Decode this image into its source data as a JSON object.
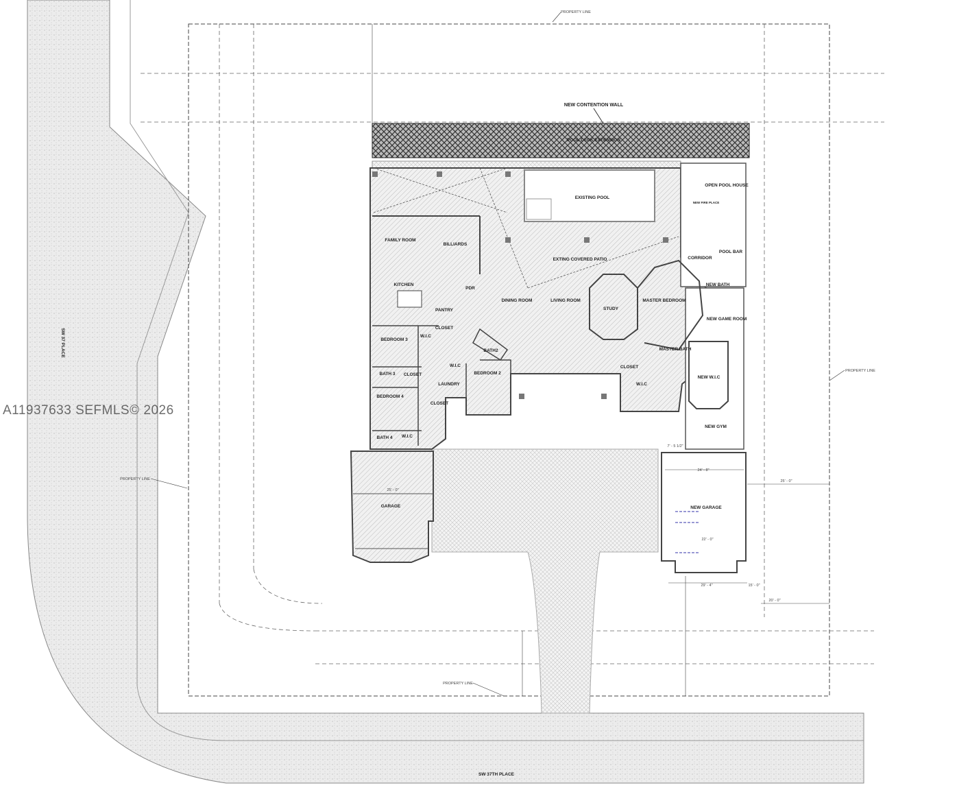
{
  "streets": {
    "vertical": "SW 37 PLACE",
    "horizontal": "SW 37TH PLACE"
  },
  "property_line_label": "PROPERTY LINE",
  "features": {
    "contention_wall": "NEW CONTENTION WALL",
    "pool_deck": "POOL DECK EXTENSION",
    "pool": "EXISTING POOL",
    "patio": "EXTING COVERED PATIO",
    "fireplace": "NEW FIRE PLACE"
  },
  "rooms": [
    {
      "name": "FAMILY ROOM"
    },
    {
      "name": "BILLIARDS"
    },
    {
      "name": "KITCHEN"
    },
    {
      "name": "PDR"
    },
    {
      "name": "DINING ROOM"
    },
    {
      "name": "LIVING ROOM"
    },
    {
      "name": "STUDY"
    },
    {
      "name": "MASTER BEDROOM"
    },
    {
      "name": "OPEN POOL HOUSE"
    },
    {
      "name": "POOL BAR"
    },
    {
      "name": "CORRIDOR"
    },
    {
      "name": "NEW BATH"
    },
    {
      "name": "NEW GAME ROOM"
    },
    {
      "name": "PANTRY"
    },
    {
      "name": "W.I.C"
    },
    {
      "name": "CLOSET"
    },
    {
      "name": "BEDROOM 3"
    },
    {
      "name": "BATH2"
    },
    {
      "name": "MASTER BATH"
    },
    {
      "name": "BATH 3"
    },
    {
      "name": "CLOSET"
    },
    {
      "name": "W.I.C"
    },
    {
      "name": "BEDROOM 2"
    },
    {
      "name": "LAUNDRY"
    },
    {
      "name": "CLOSET"
    },
    {
      "name": "W.I.C"
    },
    {
      "name": "NEW W.I.C"
    },
    {
      "name": "BEDROOM 4"
    },
    {
      "name": "CLOSET"
    },
    {
      "name": "NEW GYM"
    },
    {
      "name": "BATH 4"
    },
    {
      "name": "W.I.C"
    },
    {
      "name": "GARAGE"
    },
    {
      "name": "NEW GARAGE"
    }
  ],
  "dimensions": [
    "25' - 0\"",
    "24' - 8\"",
    "22' - 0\"",
    "29' - 4\"",
    "25' - 0\"",
    "20' - 0\"",
    "15' - 0\"",
    "7' - 5 1/2\""
  ],
  "watermark": "A11937633  SEFMLS© 2026"
}
